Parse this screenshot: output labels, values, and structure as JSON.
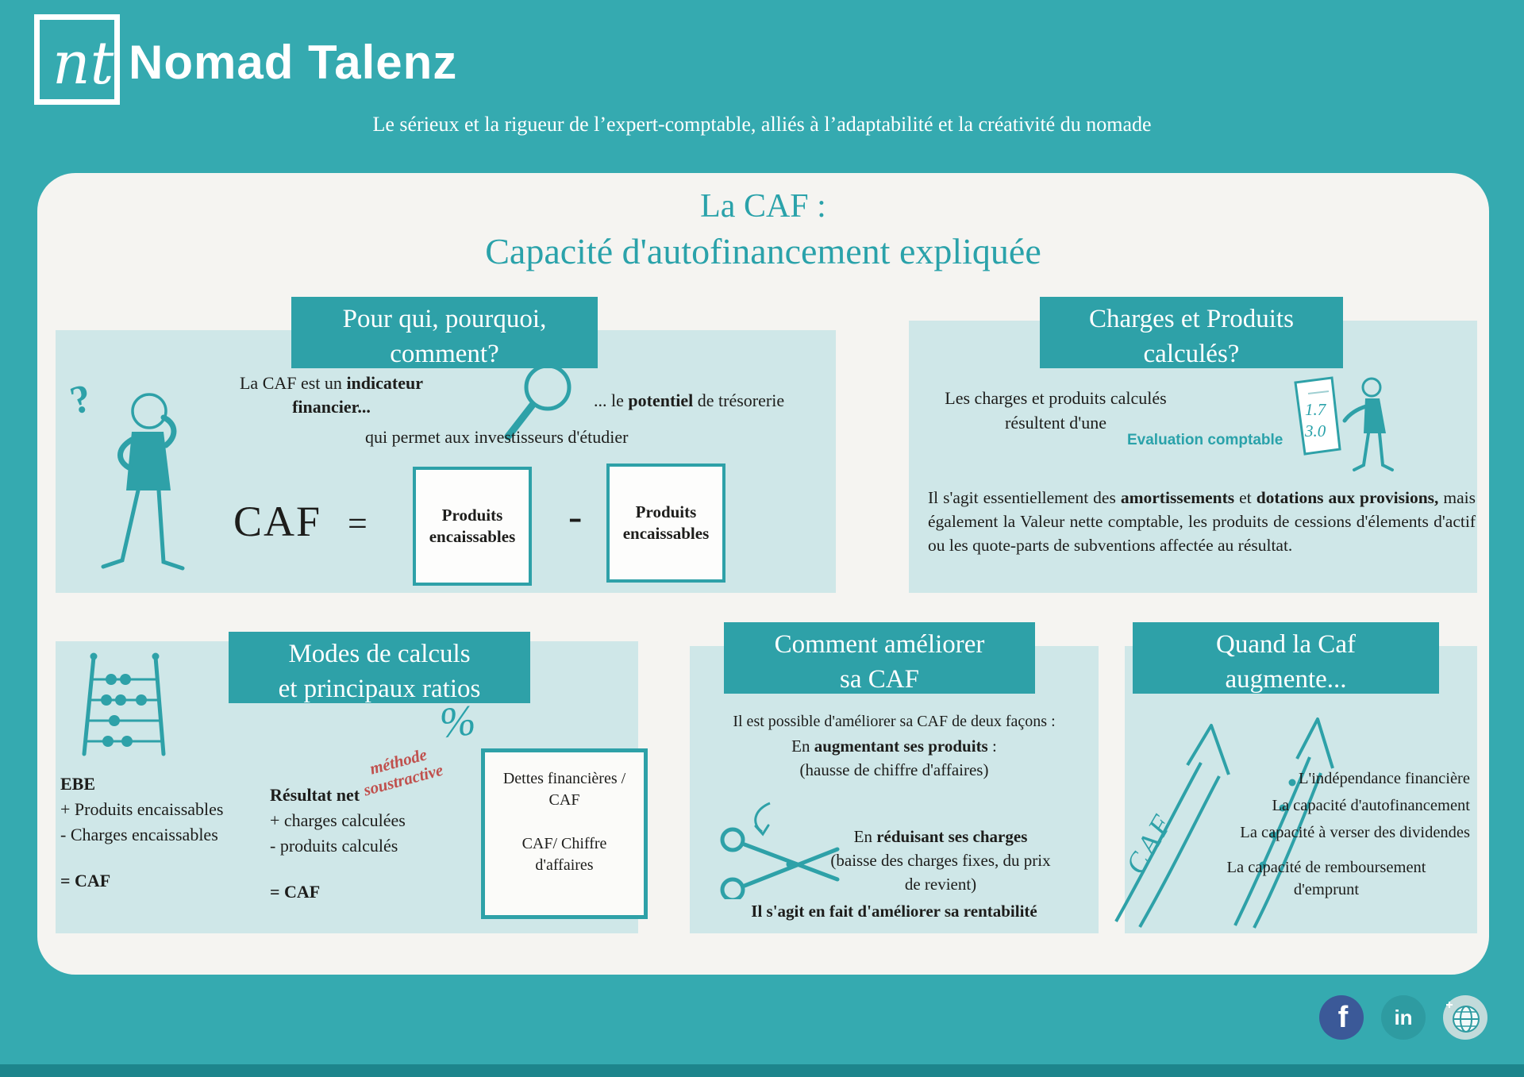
{
  "theme": {
    "background": "#35aab0",
    "card": "#f5f4f1",
    "panel": "#cfe7e8",
    "accent": "#2ea1a8",
    "accent_text": "#2aa2aa",
    "text": "#1d1d1b",
    "method_red": "#c0504d",
    "facebook_blue": "#3b5998"
  },
  "header": {
    "logo_monogram": "nt",
    "brand": "Nomad Talenz",
    "tagline": "Le sérieux et la rigueur de l’expert-comptable, alliés à l’adaptabilité et la créativité du nomade"
  },
  "title": {
    "line1": "La CAF :",
    "line2": "Capacité d'autofinancement expliquée"
  },
  "who": {
    "header_line1": "Pour qui, pourquoi,",
    "header_line2": "comment?",
    "question_mark": "?",
    "intro_pre": "La CAF est un ",
    "intro_bold": "indicateur financier...",
    "potential_pre": "... le ",
    "potential_bold": "potentiel",
    "potential_post": " de trésorerie",
    "investors": "qui permet aux investisseurs d'étudier",
    "caf": "CAF",
    "equals": "=",
    "minus": "-",
    "box1_label": "Produits encaissables",
    "box2_label": "Produits encaissables"
  },
  "charges": {
    "header_line1": "Charges et Produits",
    "header_line2": "calculés?",
    "intro_line1": "Les charges et produits calculés",
    "intro_line2": "résultent d'une",
    "evaluation_label": "Evaluation comptable",
    "doc_number1": "1.7",
    "doc_number2": "3.0",
    "para_pre": "Il s'agit essentiellement des ",
    "para_bold1": "amortissements",
    "para_mid": " et ",
    "para_bold2": "dotations aux provisions,",
    "para_rest": " mais également la Valeur nette comptable, les produits de cessions d'élements d'actif ou les quote-parts de subventions affectée au résultat."
  },
  "modes": {
    "header_line1": "Modes de calculs",
    "header_line2": "et principaux ratios",
    "percent": "%",
    "method_line1": "méthode",
    "method_line2": "soustractive",
    "col1_title": "EBE",
    "col1_line1": "+ Produits encaissables",
    "col1_line2": "- Charges encaissables",
    "col1_result": "= CAF",
    "col2_title": "Résultat net",
    "col2_line1": "+ charges calculées",
    "col2_line2": "- produits calculés",
    "col2_result": "= CAF",
    "ratio1_line1": "Dettes financières /",
    "ratio1_line2": "CAF",
    "ratio2_line1": "CAF/ Chiffre",
    "ratio2_line2": "d'affaires"
  },
  "improve": {
    "header_line1": "Comment améliorer",
    "header_line2": "sa CAF",
    "line1": "Il est possible d'améliorer sa CAF de deux façons :",
    "line2_pre": "En ",
    "line2_bold": "augmentant ses produits",
    "line2_post": " :",
    "line3": "(hausse de chiffre d'affaires)",
    "line4_pre": "En ",
    "line4_bold": "réduisant ses charges",
    "line5": "(baisse des charges fixes, du prix",
    "line6": "de revient)",
    "line7": "Il s'agit en fait d'améliorer sa rentabilité"
  },
  "increase": {
    "header_line1": "Quand la Caf",
    "header_line2": "augmente...",
    "arrow_label": "CAF",
    "items": [
      "L'indépendance financière",
      "La capacité d'autofinancement",
      "La capacité à verser des dividendes",
      "La capacité de remboursement d'emprunt"
    ]
  },
  "social": {
    "facebook": "f",
    "linkedin": "in"
  }
}
